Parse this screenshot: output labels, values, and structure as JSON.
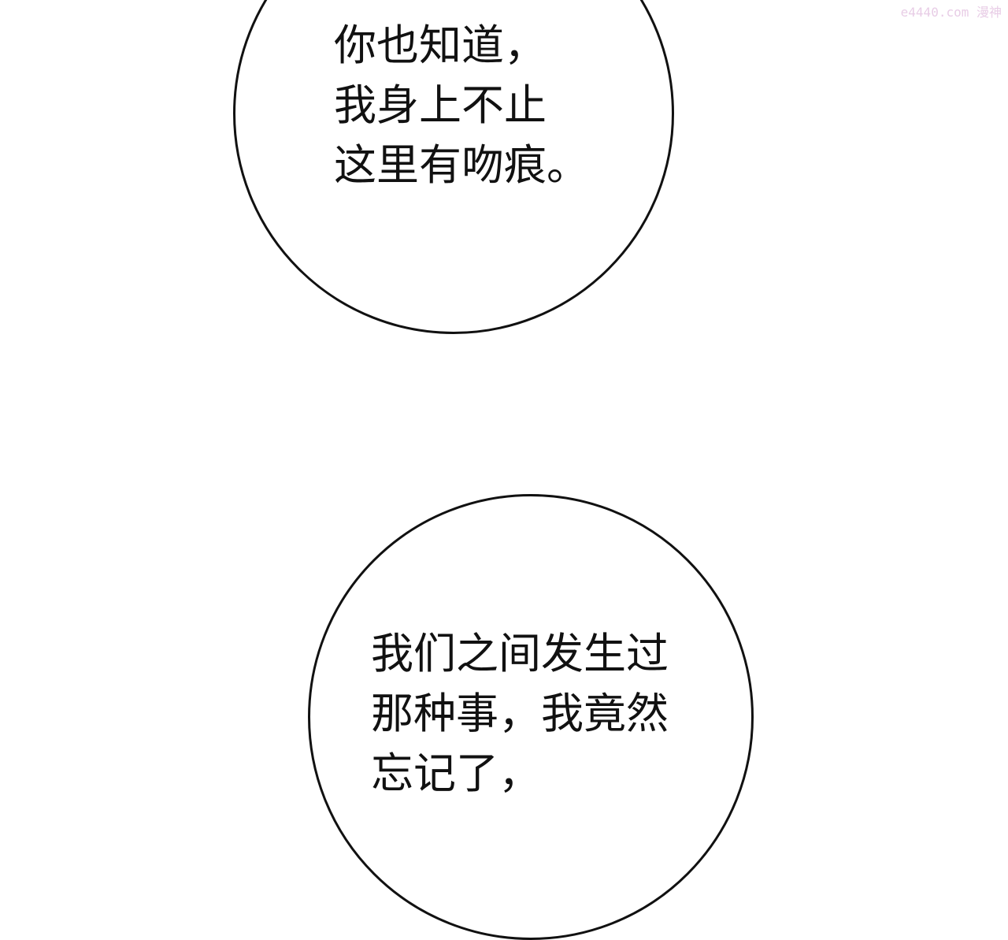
{
  "watermark": "e4440.com 漫神",
  "bubbles": [
    {
      "lines": [
        "你也知道，",
        "我身上不止",
        "这里有吻痕。"
      ]
    },
    {
      "lines": [
        "我们之间发生过",
        "那种事，我竟然",
        "忘记了，"
      ]
    }
  ]
}
